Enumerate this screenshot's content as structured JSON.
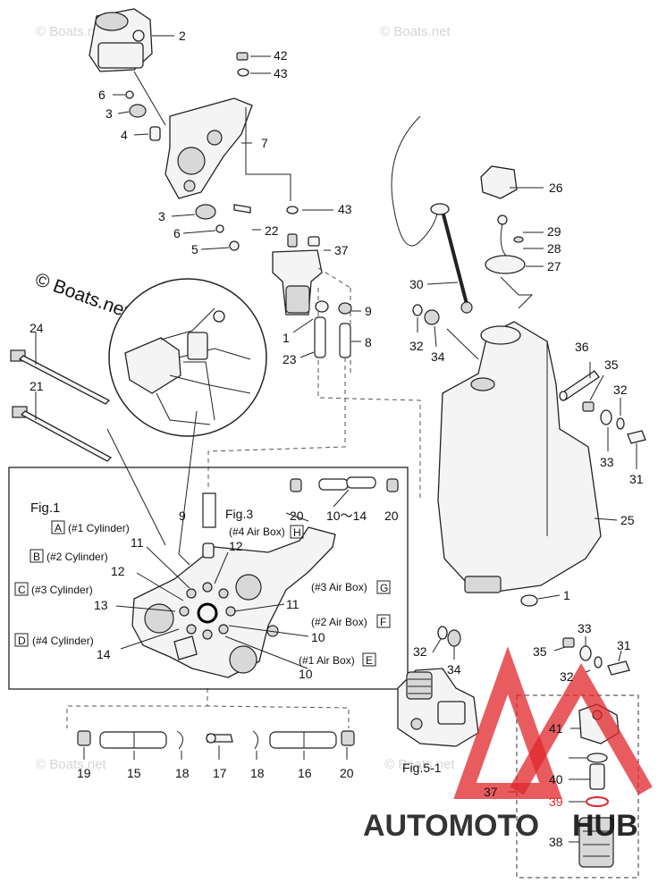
{
  "watermark": {
    "text": "© Boats.net",
    "corner_text": "© Boats.net"
  },
  "logo": {
    "part1": "AUTOMOTO",
    "part2": "HUB",
    "color_red": "#e0262b",
    "color_orange": "#f0a030",
    "color_gray": "#8a8a8a"
  },
  "figures": {
    "fig1": "Fig.1",
    "fig3": "Fig.3",
    "fig5": "Fig.5-1"
  },
  "boxes": [
    {
      "letter": "A",
      "text": "(#1 Cylinder)"
    },
    {
      "letter": "B",
      "text": "(#2 Cylinder)"
    },
    {
      "letter": "C",
      "text": "(#3 Cylinder)"
    },
    {
      "letter": "D",
      "text": "(#4 Cylinder)"
    },
    {
      "letter": "E",
      "text": "(#1 Air Box)"
    },
    {
      "letter": "F",
      "text": "(#2 Air Box)"
    },
    {
      "letter": "G",
      "text": "(#3 Air Box)"
    },
    {
      "letter": "H",
      "text": "(#4 Air Box)"
    }
  ],
  "callouts": {
    "c2": "2",
    "c42": "42",
    "c43a": "43",
    "c6a": "6",
    "c3a": "3",
    "c4": "4",
    "c7": "7",
    "c43b": "43",
    "c3b": "3",
    "c22": "22",
    "c6b": "6",
    "c5": "5",
    "c37a": "37",
    "c26": "26",
    "c29": "29",
    "c28": "28",
    "c27": "27",
    "c30": "30",
    "c9a": "9",
    "c1a": "1",
    "c8": "8",
    "c23": "23",
    "c32a": "32",
    "c34a": "34",
    "c24": "24",
    "c21": "21",
    "c36": "36",
    "c35a": "35",
    "c32b": "32",
    "c33a": "33",
    "c31a": "31",
    "c25": "25",
    "c20a": "20",
    "c1014": "10～14",
    "c20b": "20",
    "c9b": "9",
    "c11a": "11",
    "c12a": "12",
    "c12b": "12",
    "c13": "13",
    "c11b": "11",
    "c14": "14",
    "c10a": "10",
    "c10b": "10",
    "c1b": "1",
    "c33b": "33",
    "c31b": "31",
    "c35b": "35",
    "c32c": "32",
    "c32d": "32",
    "c34b": "34",
    "c19": "19",
    "c15": "15",
    "c18a": "18",
    "c17": "17",
    "c18b": "18",
    "c16": "16",
    "c20c": "20",
    "c41": "41",
    "c40": "40",
    "c39": "39",
    "c37b": "37",
    "c38": "38"
  }
}
